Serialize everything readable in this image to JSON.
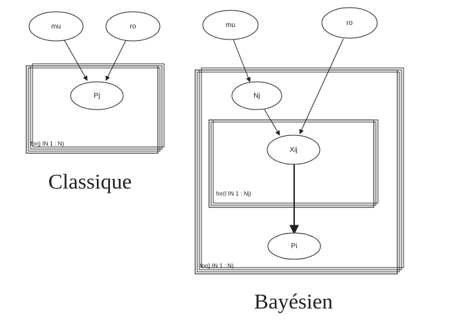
{
  "classique": {
    "caption": "Classique",
    "nodes": {
      "mu": "mu",
      "ro": "ro",
      "pj": "Pj"
    },
    "plate_label": "for(j IN 1 : N)"
  },
  "bayesien": {
    "caption": "Bayésien",
    "nodes": {
      "mu": "mu",
      "ro": "ro",
      "nj": "Nj",
      "xij": "Xij",
      "pi": "Pi"
    },
    "outer_plate_label": "for(j IN 1 : N)",
    "inner_plate_label": "for(I IN 1 : Nj)"
  }
}
